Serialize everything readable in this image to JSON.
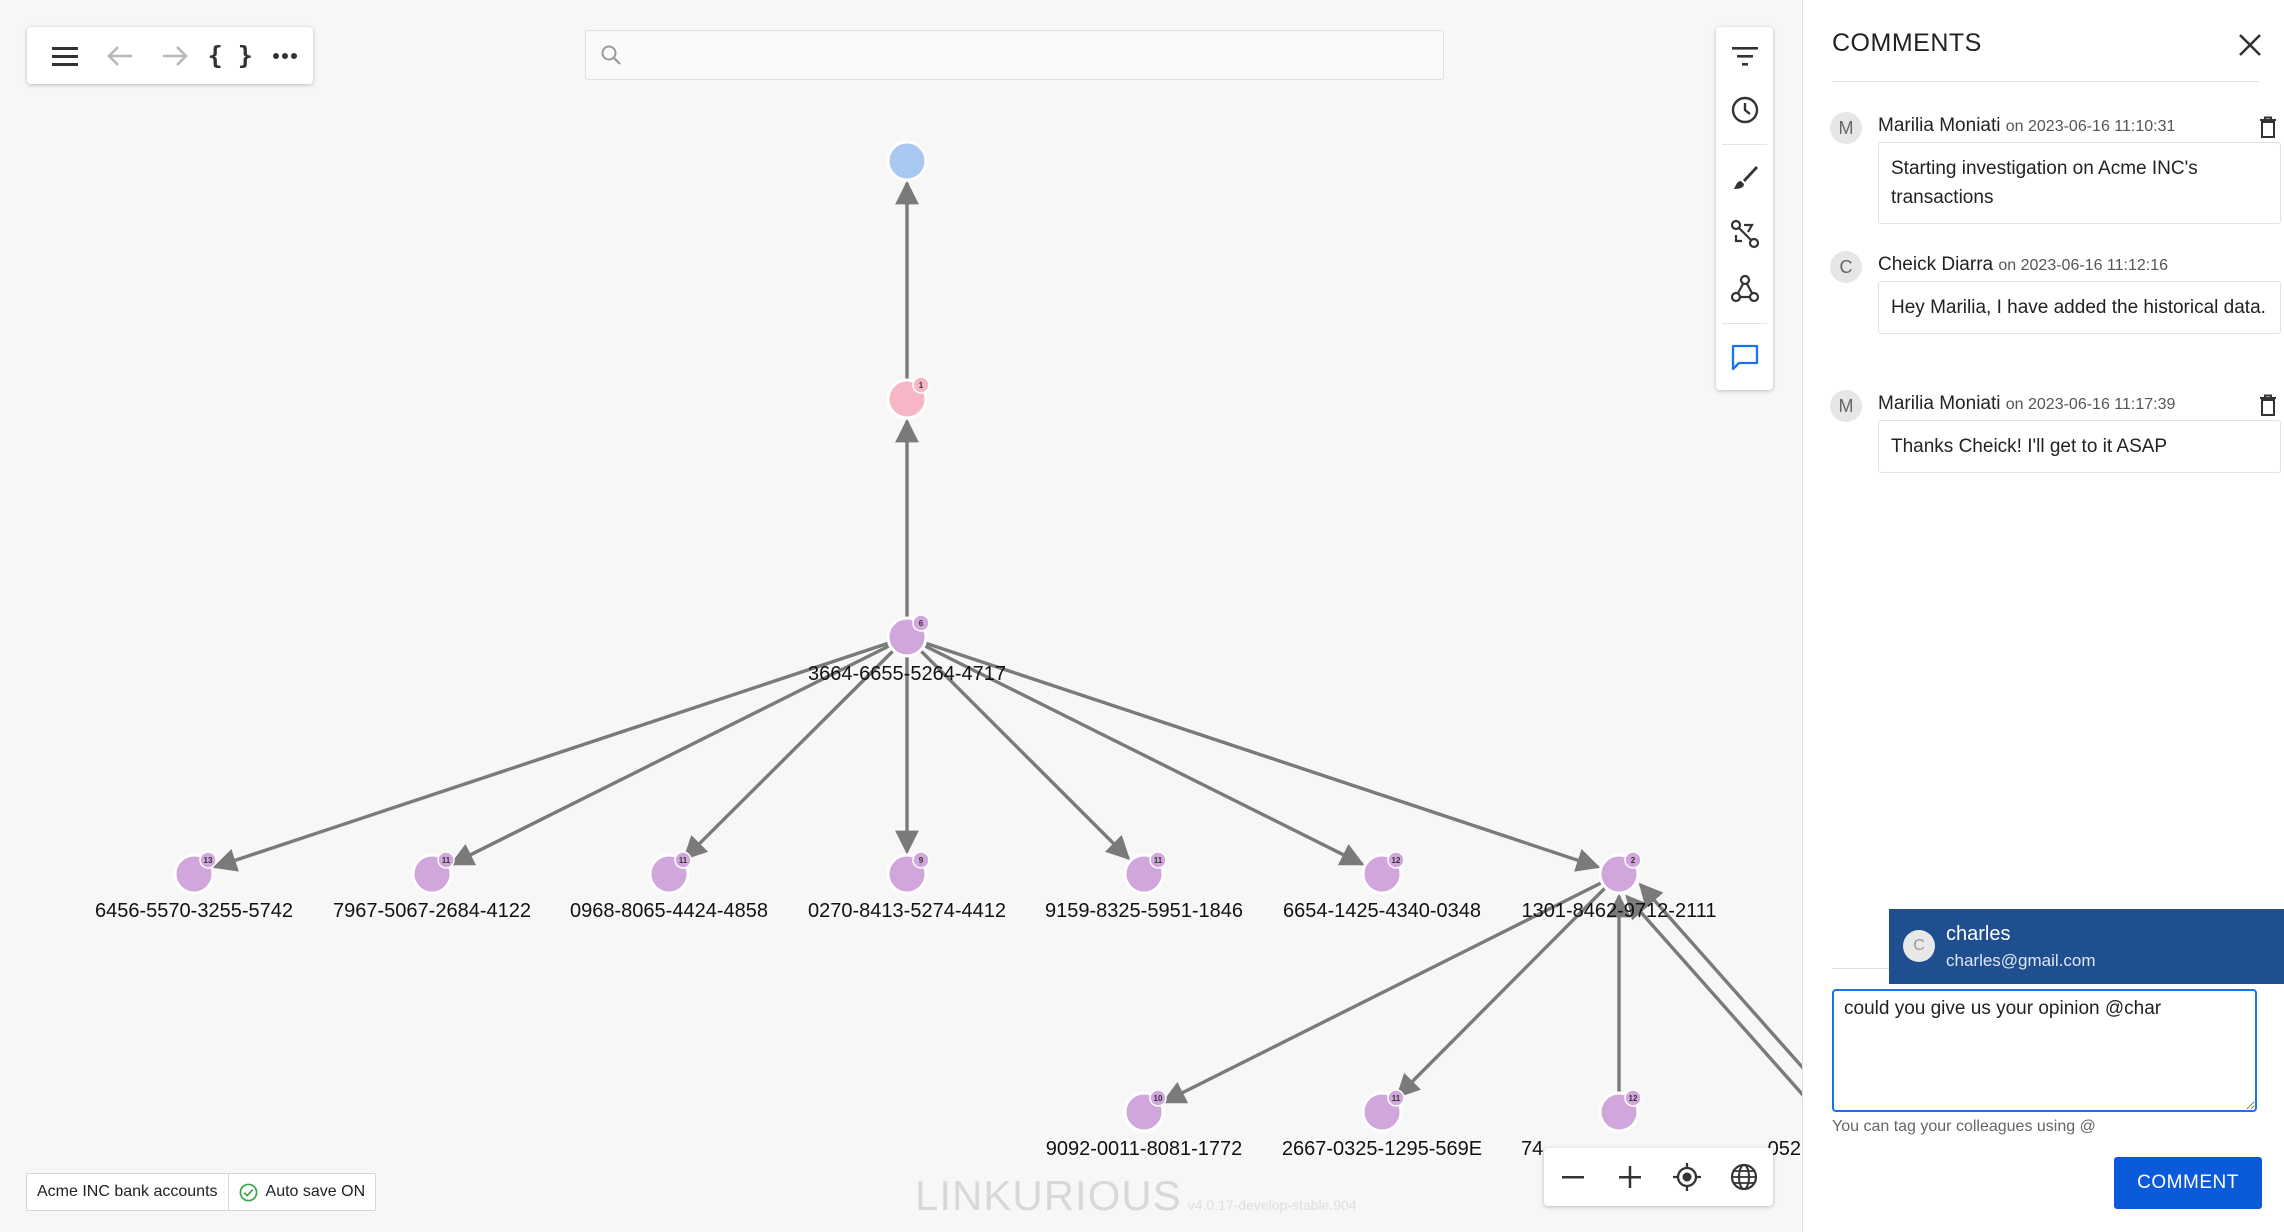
{
  "toolbar": {
    "menu_icon": "menu-icon",
    "back_icon": "arrow-back-icon",
    "forward_icon": "arrow-forward-icon",
    "braces_label": "{ }",
    "more_icon": "more-horizontal-icon"
  },
  "search": {
    "placeholder": "",
    "value": ""
  },
  "side_tools": [
    "filter-icon",
    "history-clock-icon",
    "style-brush-icon",
    "path-finding-icon",
    "graph-layout-icon",
    "comments-icon"
  ],
  "graph": {
    "nodes": [
      {
        "id": "n0",
        "label": "",
        "color": "#a9c8ef",
        "badge": ""
      },
      {
        "id": "n1",
        "label": "",
        "color": "#f7b6c6",
        "badge": "1"
      },
      {
        "id": "n2",
        "label": "3664-6655-5264-4717",
        "color": "#d1a6dd",
        "badge": "6"
      },
      {
        "id": "n3",
        "label": "6456-5570-3255-5742",
        "color": "#d1a6dd",
        "badge": "13"
      },
      {
        "id": "n4",
        "label": "7967-5067-2684-4122",
        "color": "#d1a6dd",
        "badge": "11"
      },
      {
        "id": "n5",
        "label": "0968-8065-4424-4858",
        "color": "#d1a6dd",
        "badge": "11"
      },
      {
        "id": "n6",
        "label": "0270-8413-5274-4412",
        "color": "#d1a6dd",
        "badge": "9"
      },
      {
        "id": "n7",
        "label": "9159-8325-5951-1846",
        "color": "#d1a6dd",
        "badge": "11"
      },
      {
        "id": "n8",
        "label": "6654-1425-4340-0348",
        "color": "#d1a6dd",
        "badge": "12"
      },
      {
        "id": "n9",
        "label": "1301-8462-9712-2111",
        "color": "#d1a6dd",
        "badge": "2"
      },
      {
        "id": "n10",
        "label": "9092-0011-8081-1772",
        "color": "#d1a6dd",
        "badge": "10"
      },
      {
        "id": "n11",
        "label": "2667-0325-1295-569E",
        "color": "#d1a6dd",
        "badge": "11"
      },
      {
        "id": "n12",
        "label": "74",
        "color": "#d1a6dd",
        "badge": "12"
      },
      {
        "id": "n13",
        "label": "052",
        "color": "#d1a6dd",
        "badge": ""
      }
    ],
    "edge_color": "#7a7a7a"
  },
  "status": {
    "visualization_name": "Acme INC bank accounts",
    "autosave_label": "Auto save ON",
    "autosave_color": "#3aa848"
  },
  "zoom_controls": [
    "zoom-out-icon",
    "zoom-in-icon",
    "locate-icon",
    "globe-icon"
  ],
  "watermark": {
    "logo_text": "LINKURIOUS",
    "version": "v4.0.17-develop-stable.904"
  },
  "comments_panel": {
    "title": "COMMENTS",
    "comments": [
      {
        "avatar_initial": "M",
        "author": "Marilia Moniati",
        "date_text": "on 2023-06-16 11:10:31",
        "body": "Starting investigation on Acme INC's transactions",
        "deletable": true
      },
      {
        "avatar_initial": "C",
        "author": "Cheick Diarra",
        "date_text": "on 2023-06-16 11:12:16",
        "body": "Hey Marilia, I have added the historical data.",
        "deletable": false
      },
      {
        "avatar_initial": "M",
        "author": "Marilia Moniati",
        "date_text": "on 2023-06-16 11:17:39",
        "body": "Thanks Cheick! I'll get to it ASAP",
        "deletable": true
      }
    ],
    "mention_suggestion": {
      "avatar_initial": "C",
      "name": "charles",
      "email": "charles@gmail.com"
    },
    "composer": {
      "value": "could you give us your opinion @char",
      "hint": "You can tag your colleagues using @",
      "submit_label": "COMMENT"
    },
    "accent_color": "#0b5ad9"
  }
}
